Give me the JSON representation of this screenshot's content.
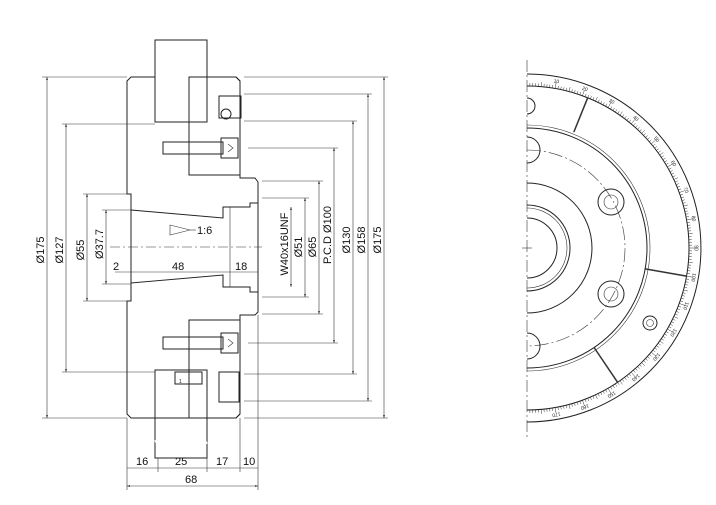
{
  "drawing": {
    "left_view": {
      "vertical_dims_left": [
        "Ø175",
        "Ø127",
        "Ø55",
        "Ø37.7"
      ],
      "vertical_dims_right": [
        "W40x16UNF",
        "Ø51",
        "Ø65",
        "P.C.D Ø100",
        "Ø130",
        "Ø158",
        "Ø175"
      ],
      "axial_dims": [
        "2",
        "48",
        "18"
      ],
      "bottom_dims": [
        "16",
        "25",
        "17",
        "10"
      ],
      "overall_length": "68",
      "taper": "1:6",
      "part_mark": "1"
    },
    "right_view": {
      "scale_labels": [
        "10",
        "20",
        "30",
        "40",
        "50",
        "60",
        "70",
        "80",
        "90",
        "100",
        "110",
        "120",
        "130",
        "140",
        "150",
        "160",
        "170"
      ]
    }
  }
}
